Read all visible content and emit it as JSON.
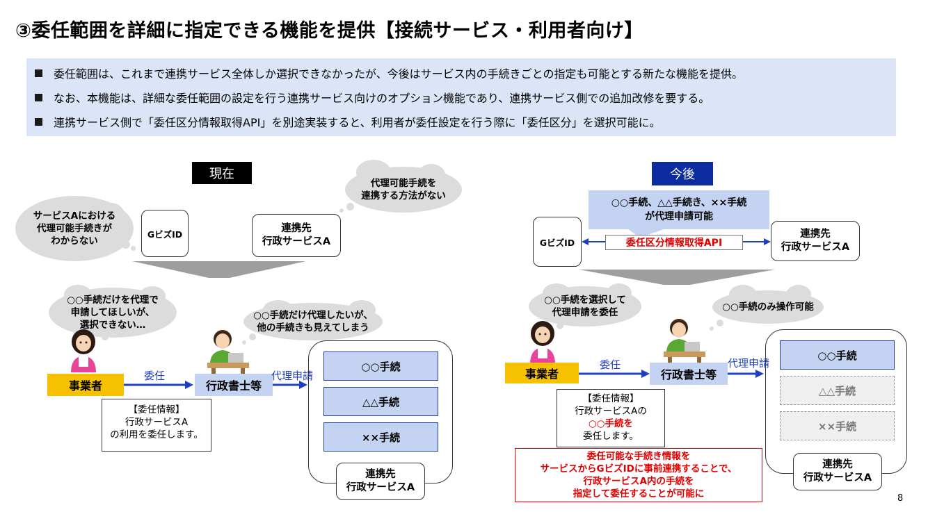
{
  "title": "③委任範囲を詳細に指定できる機能を提供【接続サービス・利用者向け】",
  "bullets": [
    "委任範囲は、これまで連携サービス全体しか選択できなかったが、今後はサービス内の手続きごとの指定も可能とする新たな機能を提供。",
    "なお、本機能は、詳細な委任範囲の設定を行う連携サービス向けのオプション機能であり、連携サービス側での追加改修を要する。",
    "連携サービス側で「委任区分情報取得API」を別途実装すると、利用者が委任設定を行う際に「委任区分」を選択可能に。"
  ],
  "current": {
    "label": "現在",
    "gbiz": "GビズID",
    "service": [
      "連携先",
      "行政サービスA"
    ],
    "cloud_left": [
      "サービスAにおける",
      "代理可能手続きが",
      "わからない"
    ],
    "cloud_right": [
      "代理可能手続を",
      "連携する方法がない"
    ],
    "cloud_business": [
      "○○手続だけを代理で",
      "申請してほしいが、",
      "選択できない…"
    ],
    "cloud_scrivener": [
      "○○手続だけ代理したいが、",
      "他の手続きも見えてしまう"
    ],
    "business": "事業者",
    "scrivener": "行政書士等",
    "arrow_delegate": "委任",
    "arrow_apply": "代理申請",
    "note": [
      "【委任情報】",
      "行政サービスA",
      "の利用を委任します。"
    ],
    "procedures": [
      "○○手続",
      "△△手続",
      "××手続"
    ],
    "service_bottom": [
      "連携先",
      "行政サービスA"
    ]
  },
  "future": {
    "label": "今後",
    "callout": [
      "○○手続、△△手続き、××手続",
      "が代理申請可能"
    ],
    "gbiz": "GビズID",
    "api": "委任区分情報取得API",
    "service": [
      "連携先",
      "行政サービスA"
    ],
    "cloud_business": [
      "○○手続を選択して",
      "代理申請を委任"
    ],
    "cloud_scrivener": [
      "○○手続のみ操作可能"
    ],
    "business": "事業者",
    "scrivener": "行政書士等",
    "arrow_delegate": "委任",
    "arrow_apply": "代理申請",
    "note": {
      "l1": "【委任情報】",
      "l2": "行政サービスAの",
      "l3": "○○手続を",
      "l4": "委任します。"
    },
    "red_box": [
      "委任可能な手続き情報を",
      "サービスからGビズIDに事前連携することで、",
      "行政サービスA内の手続を",
      "指定して委任することが可能に"
    ],
    "procedures": [
      "○○手続",
      "△△手続",
      "××手続"
    ],
    "service_bottom": [
      "連携先",
      "行政サービスA"
    ]
  },
  "page_number": "8",
  "colors": {
    "bullet_bg": "#dbe5f7",
    "accent_blue": "#0b2b9e",
    "red": "#e00000",
    "yellow": "#f5c100",
    "proc_fill": "#c5d3f2"
  }
}
